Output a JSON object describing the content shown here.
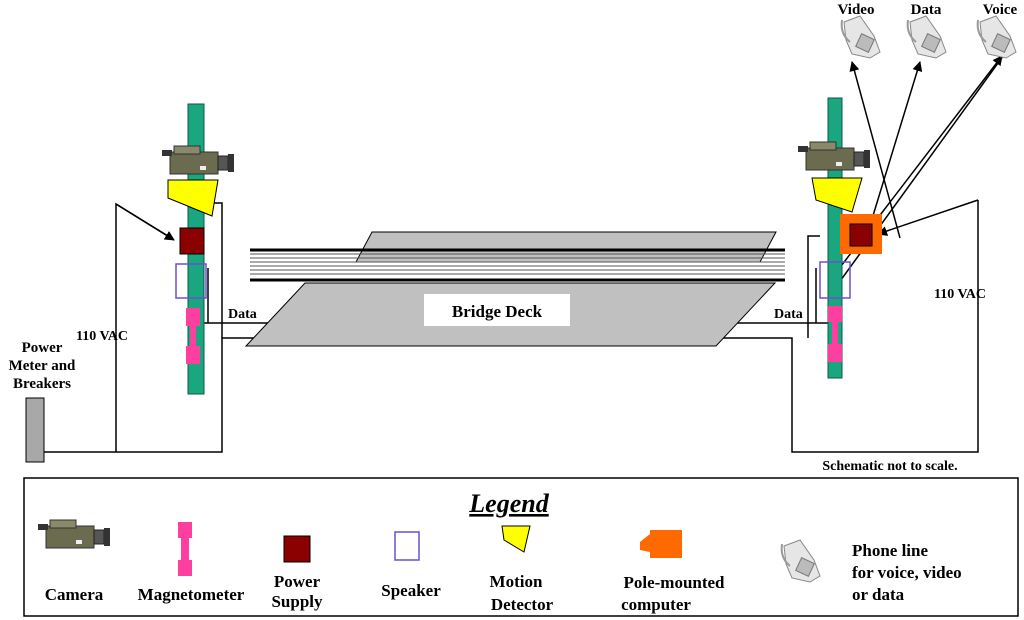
{
  "labels": {
    "bridge_deck": "Bridge Deck",
    "data_left": "Data",
    "data_right": "Data",
    "vac_left": "110 VAC",
    "vac_right": "110 VAC",
    "power_meter": [
      "Power",
      "Meter and",
      "Breakers"
    ],
    "phone_video": "Video",
    "phone_data": "Data",
    "phone_voice": "Voice",
    "scale_note": "Schematic not to scale."
  },
  "legend": {
    "title": "Legend",
    "camera": [
      "Camera"
    ],
    "magnetometer": [
      "Magnetometer"
    ],
    "power_supply": [
      "Power",
      "Supply"
    ],
    "speaker": [
      "Speaker"
    ],
    "motion_detector": [
      "Motion",
      "Detector"
    ],
    "pole_computer": [
      "Pole-mounted",
      "computer"
    ],
    "phone_line": [
      "Phone line",
      "for voice, video",
      "or data"
    ]
  },
  "colors": {
    "pole": "#1aa67f",
    "power_supply": "#8b0000",
    "magnetometer": "#ff3f9f",
    "speaker": "#6c4fd6",
    "motion_detector": "#ffff00",
    "computer": "#ff6a00",
    "deck": "#c0c0c0"
  }
}
